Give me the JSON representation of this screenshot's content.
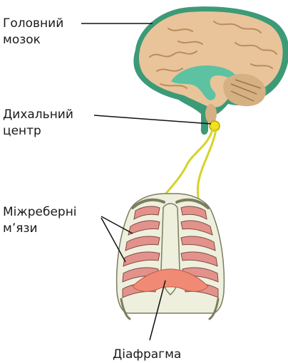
{
  "labels": {
    "brain": [
      "Головний",
      "мозок"
    ],
    "respiratory_center": [
      "Дихальний",
      "центр"
    ],
    "intercostal_muscles": [
      "Міжреберні",
      "м’язи"
    ],
    "diaphragm": "Діафрагма"
  },
  "colors": {
    "brain_fill": "#e9c49a",
    "brain_outline": "#3c9a77",
    "ventricle_fill": "#5cc2a2",
    "cerebellum_fill": "#d5b083",
    "respiratory_center_fill": "#f2e21b",
    "nerve": "#d5d327",
    "muscle_fill": "#e3928b",
    "bone_fill": "#eef0dd",
    "diaphragm_fill": "#f08a74",
    "leader_line": "#111111"
  }
}
